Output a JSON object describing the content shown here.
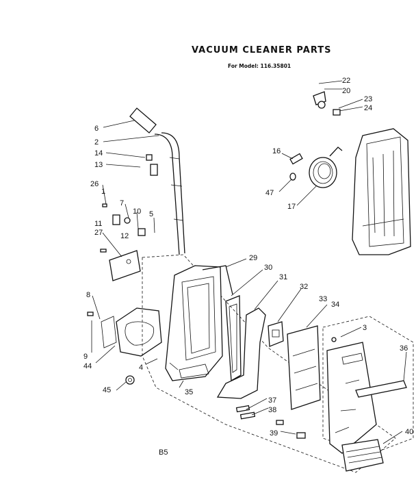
{
  "diagram": {
    "title": "VACUUM CLEANER PARTS",
    "model_line": "For Model: 116.35801",
    "footer_code": "B5",
    "labels": [
      "1",
      "2",
      "3",
      "4",
      "5",
      "6",
      "7",
      "8",
      "9",
      "10",
      "11",
      "12",
      "13",
      "14",
      "16",
      "17",
      "20",
      "22",
      "23",
      "24",
      "26",
      "27",
      "29",
      "30",
      "31",
      "32",
      "33",
      "34",
      "35",
      "36",
      "37",
      "38",
      "39",
      "40",
      "44",
      "45",
      "47"
    ]
  }
}
